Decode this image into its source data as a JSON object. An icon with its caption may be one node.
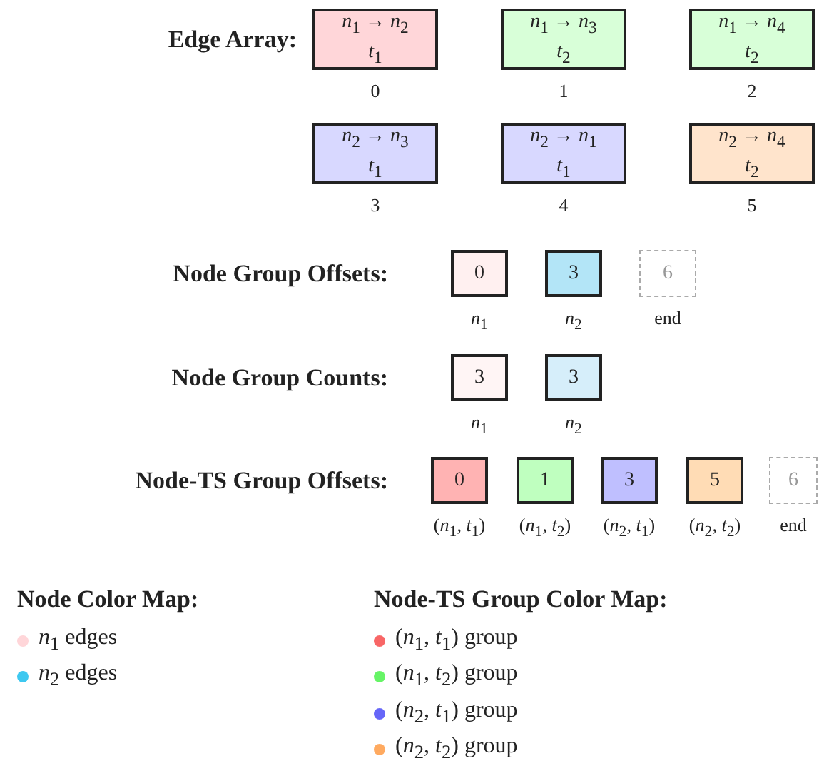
{
  "diagram": {
    "nodes": [
      {
        "text": [
          "*n*$_{1}$ → *n*$_{2}$",
          "*t*$_{1}$"
        ],
        "beside": [
          "0"
        ]
      },
      {
        "text": [
          "*n*$_{1}$ → *n*$_{3}$",
          "*t*$_{2}$"
        ],
        "beside": [
          "1"
        ]
      },
      {
        "text": [
          "*n*$_{1}$ → *n*$_{4}$",
          "*t*$_{2}$"
        ],
        "beside": [
          "2"
        ]
      },
      {
        "text": [
          "*n*$_{2}$ → *n*$_{3}$",
          "*t*$_{1}$"
        ],
        "beside": [
          "3"
        ]
      },
      {
        "text": [
          "*n*$_{2}$ → *n*$_{1}$",
          "*t*$_{1}$"
        ],
        "beside": [
          "4"
        ]
      },
      {
        "text": [
          "*n*$_{2}$ → *n*$_{4}$",
          "*t*$_{2}$"
        ],
        "beside": [
          "5"
        ]
      },
      {
        "text": [
          "0"
        ],
        "beside": [
          "*n*$_{1}$"
        ]
      },
      {
        "text": [
          "3"
        ],
        "beside": [
          "*n*$_{2}$"
        ]
      },
      {
        "text": [
          "6"
        ],
        "beside": [
          "end"
        ]
      },
      {
        "text": [
          "3"
        ],
        "beside": [
          "*n*$_{1}$"
        ]
      },
      {
        "text": [
          "3"
        ],
        "beside": [
          "*n*$_{2}$"
        ]
      },
      {
        "text": [
          "0"
        ],
        "beside": [
          "(*n*$_{1}$, *t*$_{1}$)"
        ]
      },
      {
        "text": [
          "1"
        ],
        "beside": [
          "(*n*$_{1}$, *t*$_{2}$)"
        ]
      },
      {
        "text": [
          "3"
        ],
        "beside": [
          "(*n*$_{2}$, *t*$_{1}$)"
        ]
      },
      {
        "text": [
          "5"
        ],
        "beside": [
          "(*n*$_{2}$, *t*$_{2}$)"
        ]
      },
      {
        "text": [
          "6"
        ],
        "beside": [
          "end"
        ]
      }
    ],
    "labels": [
      "Edge Array:",
      "Node Group Offsets:",
      "Node Group Counts:",
      "Node-TS Group Offsets:",
      "Node Color Map:",
      "Node-TS Group Color Map:"
    ],
    "legend": [
      {
        "text": "*n*$_{1}$ edges",
        "color": "#ffd6d9"
      },
      {
        "text": "*n*$_{2}$ edges",
        "color": "#3ec8f0"
      },
      {
        "text": "(*n*$_{1}$, *t*$_{1}$) group",
        "color": "#f86666"
      },
      {
        "text": "(*n*$_{1}$, *t*$_{2}$) group",
        "color": "#66f466"
      },
      {
        "text": "(*n*$_{2}$, *t*$_{1}$) group",
        "color": "#6666f8"
      },
      {
        "text": "(*n*$_{2}$, *t*$_{2}$) group",
        "color": "#ffaa60"
      }
    ]
  }
}
